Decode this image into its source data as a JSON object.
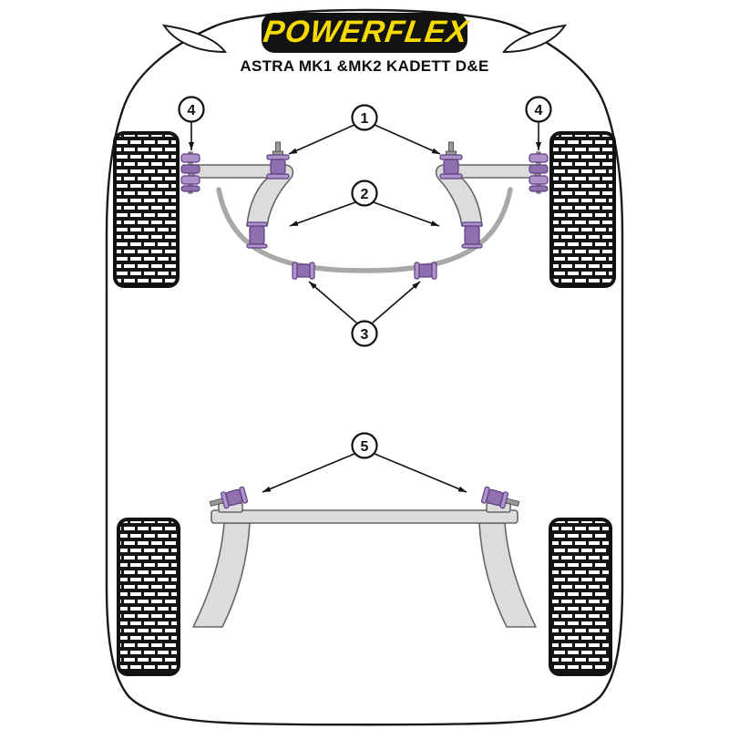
{
  "header": {
    "logo_text": "POWERFLEX",
    "subtitle": "ASTRA MK1 &MK2 KADETT D&E"
  },
  "callouts": {
    "n1": "1",
    "n2": "2",
    "n3": "3",
    "n4_left": "4",
    "n4_right": "4",
    "n5": "5"
  },
  "colors": {
    "bushing_purple": "#8F6FAE",
    "bushing_purple_light": "#AE93CB",
    "bushing_purple_dark": "#5E3F82",
    "logo_yellow": "#F5DA00",
    "logo_black": "#121212",
    "metal_gray": "#DCDCDC",
    "outline_black": "#1A1A1A"
  }
}
